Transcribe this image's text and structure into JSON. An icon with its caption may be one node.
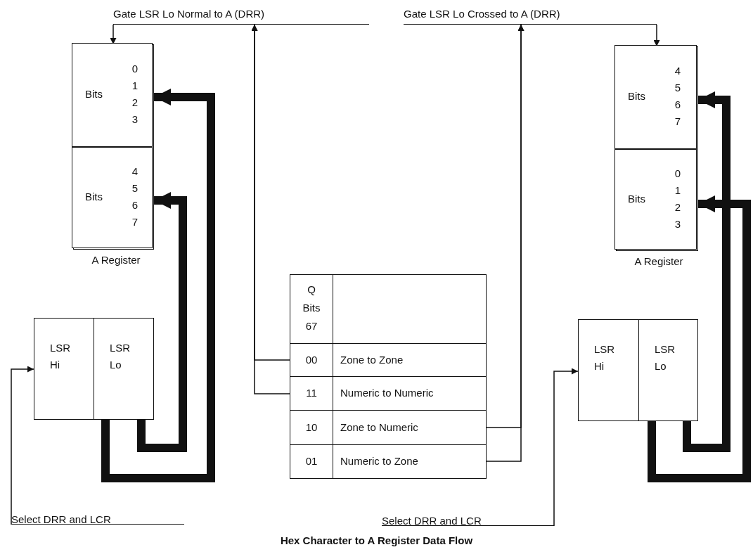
{
  "diagram": {
    "caption": "Hex Character to A Register Data Flow",
    "nodes": [
      {
        "text": [
          "Gate LSR Lo Normal to A (DRR)"
        ]
      },
      {
        "text": [
          "Gate LSR Lo Crossed to A (DRR)"
        ]
      },
      {
        "text": [
          "A Register"
        ]
      },
      {
        "text": [
          "Bits",
          "0 1 2 3"
        ],
        "in": 2
      },
      {
        "text": [
          "Bits",
          "4 5 6 7"
        ],
        "in": 2
      },
      {
        "text": [
          "LSR Hi"
        ]
      },
      {
        "text": [
          "LSR Lo"
        ]
      },
      {
        "text": [
          "Select DRR and LCR"
        ]
      },
      {
        "text": [
          "Q Bits 67"
        ]
      },
      {
        "text": [
          "00",
          "Zone to Zone"
        ]
      },
      {
        "text": [
          "11",
          "Numeric to Numeric"
        ]
      },
      {
        "text": [
          "10",
          "Zone to Numeric"
        ]
      },
      {
        "text": [
          "01",
          "Numeric to Zone"
        ]
      },
      {
        "text": [
          "A Register"
        ]
      },
      {
        "text": [
          "Bits",
          "4 5 6 7"
        ],
        "in": 13
      },
      {
        "text": [
          "Bits",
          "0 1 2 3"
        ],
        "in": 13
      },
      {
        "text": [
          "LSR Hi"
        ]
      },
      {
        "text": [
          "LSR Lo"
        ]
      },
      {
        "text": [
          "Select DRR and LCR"
        ]
      }
    ],
    "edges": [
      {
        "from": 0,
        "to": 2,
        "arrow": "to"
      },
      {
        "from": 9,
        "to": 0,
        "arrow": "to"
      },
      {
        "from": 10,
        "to": 0,
        "arrow": "to"
      },
      {
        "from": 11,
        "to": 1,
        "arrow": "to"
      },
      {
        "from": 12,
        "to": 1,
        "arrow": "to"
      },
      {
        "from": 1,
        "to": 13,
        "arrow": "to"
      },
      {
        "from": 7,
        "to": 5,
        "arrow": "to"
      },
      {
        "from": 18,
        "to": 16,
        "arrow": "to"
      },
      {
        "from": 6,
        "to": 3,
        "arrow": "to",
        "style": "thick"
      },
      {
        "from": 6,
        "to": 4,
        "arrow": "to",
        "style": "thick"
      },
      {
        "from": 17,
        "to": 14,
        "arrow": "to",
        "style": "thick"
      },
      {
        "from": 17,
        "to": 15,
        "arrow": "to",
        "style": "thick"
      }
    ]
  }
}
